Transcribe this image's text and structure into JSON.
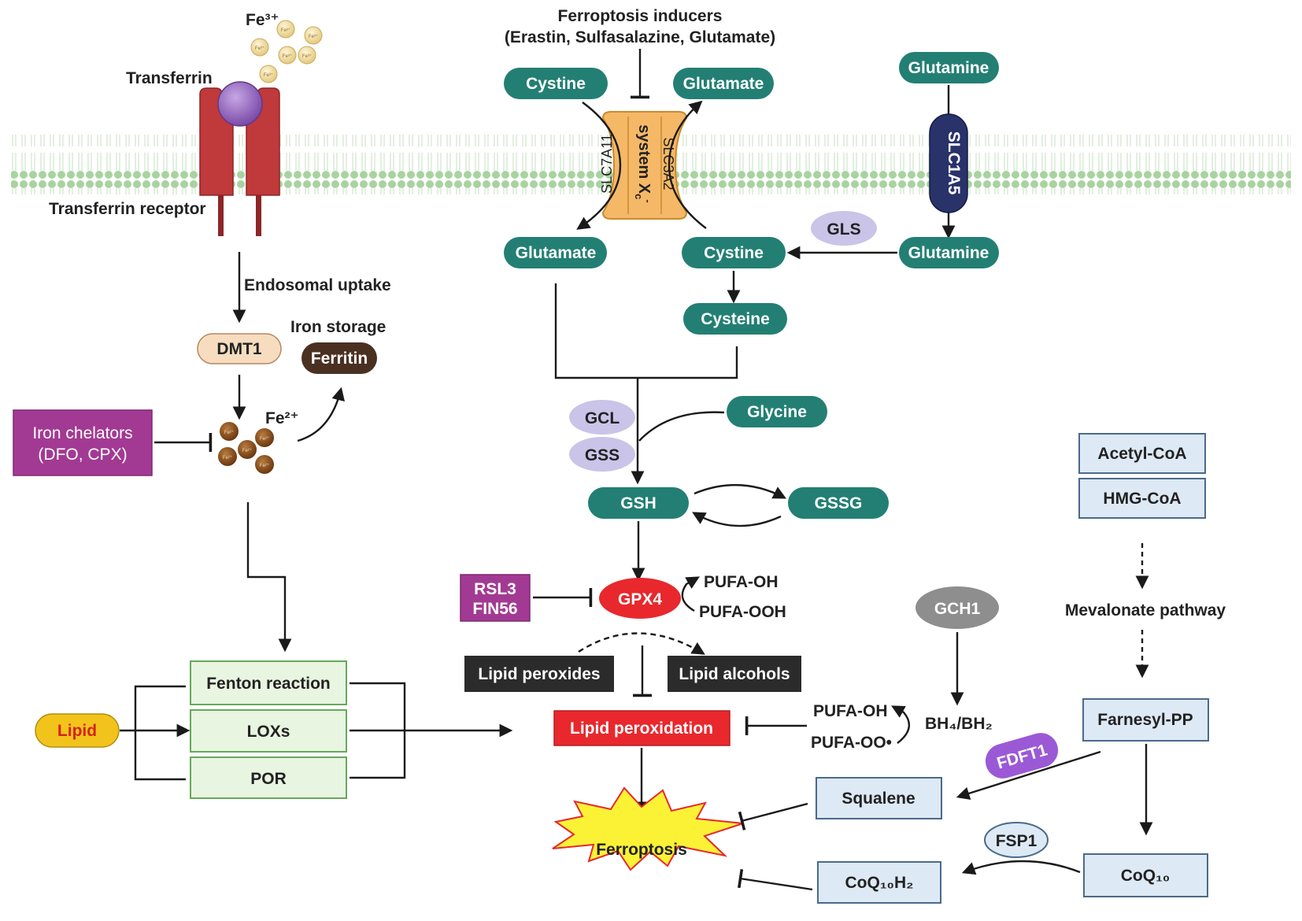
{
  "colors": {
    "teal": "#237f73",
    "membrane": "#a8d3a0",
    "receptor": "#c0393b",
    "transferrin": "#8a5bb8",
    "fe3": "#f0dca3",
    "fe2": "#7a4518",
    "magenta": "#a23a93",
    "lavender": "#c9c4e8",
    "light_blue_box": "#dde9f4",
    "light_green_box": "#e8f5e0",
    "dark_box": "#2b2b2b",
    "red": "#e8282d",
    "gold_pill": "#f2c41b",
    "peach_pill": "#f7dcc0",
    "brown_pill": "#4a3021",
    "gray_oval": "#8e8e8e",
    "purple_tag": "#9b59d6",
    "navy": "#293269",
    "transporter": "#f5b866"
  },
  "iron": {
    "fe3_label": "Fe³⁺",
    "fe3_ion_label": "Fe³⁺",
    "transferrin_label": "Transferrin",
    "receptor_label": "Transferrin receptor",
    "uptake_label": "Endosomal uptake",
    "dmt1": "DMT1",
    "storage_label": "Iron storage",
    "ferritin": "Ferritin",
    "fe2_label": "Fe²⁺",
    "fe2_ion_label": "Fe²⁺",
    "chelators_line1": "Iron chelators",
    "chelators_line2": "(DFO, CPX)"
  },
  "lipid_sources": {
    "lipid": "Lipid",
    "fenton": "Fenton reaction",
    "loxs": "LOXs",
    "por": "POR"
  },
  "system_xc": {
    "inducers_line1": "Ferroptosis inducers",
    "inducers_line2": "(Erastin, Sulfasalazine, Glutamate)",
    "cystine_out": "Cystine",
    "glutamate_out": "Glutamate",
    "slc7a11": "SLC7A11",
    "system_label": "system X",
    "system_sub": "c",
    "system_sup": "-",
    "slc3a2": "SLC3A2",
    "glutamate_in": "Glutamate",
    "cystine_in": "Cystine",
    "cysteine": "Cysteine"
  },
  "glutamine": {
    "glutamine_out": "Glutamine",
    "slc1a5": "SLC1A5",
    "gls": "GLS",
    "glutamine_in": "Glutamine"
  },
  "gsh": {
    "gcl": "GCL",
    "gss": "GSS",
    "glycine": "Glycine",
    "gsh": "GSH",
    "gssg": "GSSG",
    "rsl3": "RSL3",
    "fin56": "FIN56",
    "gpx4": "GPX4",
    "pufa_oh": "PUFA-OH",
    "pufa_ooh": "PUFA-OOH",
    "lipid_peroxides": "Lipid peroxides",
    "lipid_alcohols": "Lipid alcohols",
    "lipid_peroxidation": "Lipid peroxidation",
    "ferroptosis": "Ferroptosis"
  },
  "bh4": {
    "gch1": "GCH1",
    "pufa_oh": "PUFA-OH",
    "pufa_oo": "PUFA-OO•",
    "bh4": "BH₄/BH₂"
  },
  "mevalonate": {
    "acetyl_coa": "Acetyl-CoA",
    "hmg_coa": "HMG-CoA",
    "pathway": "Mevalonate pathway",
    "farnesyl": "Farnesyl-PP",
    "fdft1": "FDFT1",
    "squalene": "Squalene",
    "fsp1": "FSP1",
    "coq10": "CoQ₁₀",
    "coq10h2": "CoQ₁₀H₂"
  }
}
